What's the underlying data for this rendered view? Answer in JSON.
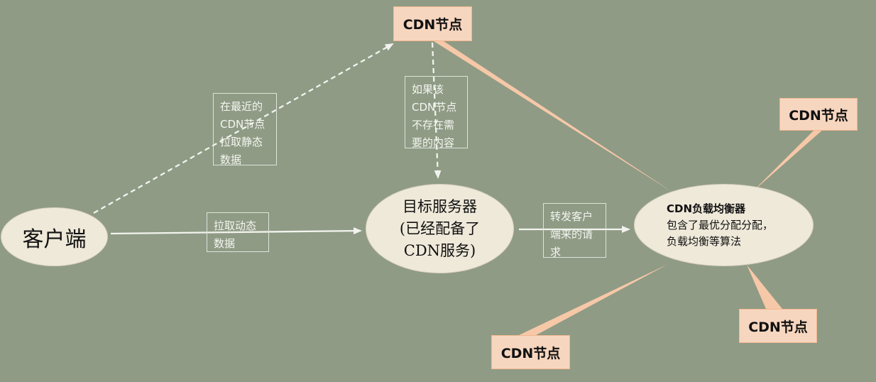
{
  "client": {
    "label": "客户端"
  },
  "origin_server": {
    "line1": "目标服务器",
    "line2": "(已经配备了",
    "line3": "CDN服务)"
  },
  "load_balancer": {
    "line1": "CDN负载均衡器",
    "line2": "包含了最优分配分配，",
    "line3": "负载均衡等算法"
  },
  "cdn_nodes": {
    "top": "CDN节点",
    "right_top": "CDN节点",
    "right_bottom": "CDN节点",
    "bottom": "CDN节点"
  },
  "edge_labels": {
    "static_fetch": [
      "在最近的",
      "CDN节点",
      "拉取静态",
      "数据"
    ],
    "dynamic_fetch": [
      "拉取动态",
      "数据"
    ],
    "miss_content": [
      "如果该",
      "CDN节点",
      "不存在需",
      "要的内容"
    ],
    "forward_request": [
      "转发客户",
      "端来的请",
      "求"
    ]
  },
  "colors": {
    "background": "#8f9b85",
    "ellipse_fill": "#efe9da",
    "cdn_box_fill": "#f7d6bf",
    "connector_fill": "#f6c8a8",
    "arrow_white": "#f2f3ee"
  }
}
